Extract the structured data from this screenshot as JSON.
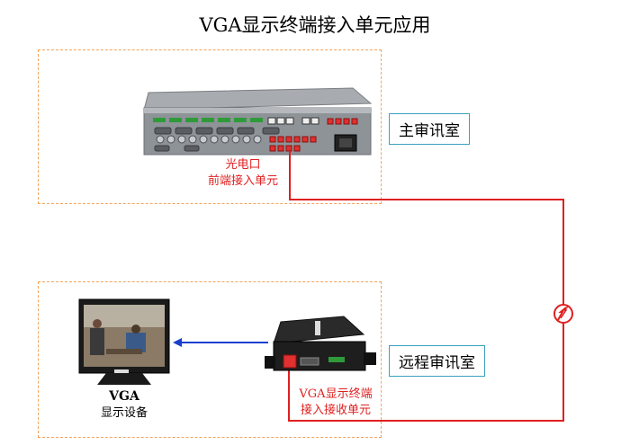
{
  "title": "VGA显示终端接入单元应用",
  "rooms": {
    "top": "主审讯室",
    "bottom": "远程审讯室"
  },
  "devices": {
    "front_end_line1": "光电口",
    "front_end_line2": "前端接入单元",
    "receiver_line1": "VGA显示终端",
    "receiver_line2": "接入接收单元",
    "monitor_line1": "VGA",
    "monitor_line2": "显示设备"
  },
  "colors": {
    "fiber": "#e02020",
    "vga_link": "#1a3fd0",
    "zone_border": "#f2a35a",
    "room_border": "#3aa0c0"
  }
}
